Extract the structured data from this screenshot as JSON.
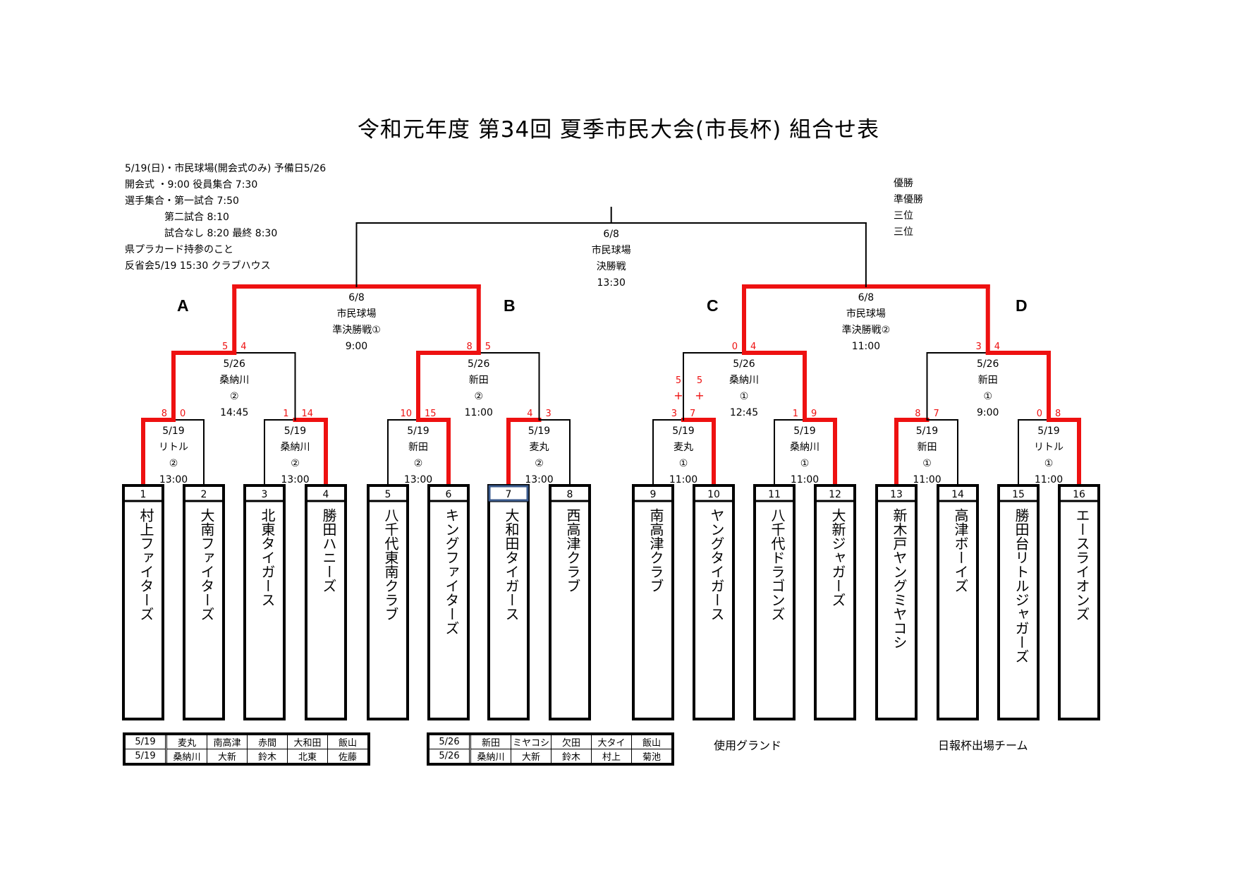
{
  "title": "令和元年度 第34回 夏季市民大会(市長杯) 組合せ表",
  "notes": [
    "5/19(日)・市民球場(開会式のみ) 予備日5/26",
    "開会式 ・9:00 役員集合 7:30",
    "選手集合・第一試合 7:50",
    "　　　　第二試合 8:10",
    "　　　　試合なし 8:20 最終 8:30",
    "県プラカード持参のこと",
    "反省会5/19 15:30 クラブハウス"
  ],
  "results": [
    "優勝",
    "準優勝",
    "三位",
    "三位"
  ],
  "regions": [
    "A",
    "B",
    "C",
    "D"
  ],
  "final": [
    "6/8",
    "市民球場",
    "決勝戦",
    "13:30"
  ],
  "semifinals": [
    [
      "6/8",
      "市民球場",
      "準決勝戦①",
      "9:00"
    ],
    [
      "6/8",
      "市民球場",
      "準決勝戦②",
      "11:00"
    ]
  ],
  "quarterfinals": [
    {
      "info": [
        "5/26",
        "桑納川",
        "②",
        "14:45"
      ],
      "scores": [
        "5",
        "4"
      ]
    },
    {
      "info": [
        "5/26",
        "新田",
        "②",
        "11:00"
      ],
      "scores": [
        "8",
        "5"
      ]
    },
    {
      "info": [
        "5/26",
        "桑納川",
        "①",
        "12:45"
      ],
      "scores": [
        "0",
        "4"
      ]
    },
    {
      "info": [
        "5/26",
        "新田",
        "①",
        "9:00"
      ],
      "scores": [
        "3",
        "4"
      ]
    }
  ],
  "round1": [
    {
      "info": [
        "5/19",
        "リトル",
        "②",
        "13:00"
      ],
      "scores": [
        "8",
        "0"
      ]
    },
    {
      "info": [
        "5/19",
        "桑納川",
        "②",
        "13:00"
      ],
      "scores": [
        "1",
        "14"
      ]
    },
    {
      "info": [
        "5/19",
        "新田",
        "②",
        "13:00"
      ],
      "scores": [
        "10",
        "15"
      ]
    },
    {
      "info": [
        "5/19",
        "麦丸",
        "②",
        "13:00"
      ],
      "scores": [
        "4",
        "3"
      ]
    },
    {
      "info": [
        "5/19",
        "麦丸",
        "①",
        "11:00"
      ],
      "scores": [
        "3",
        "7"
      ]
    },
    {
      "info": [
        "5/19",
        "桑納川",
        "①",
        "11:00"
      ],
      "scores": [
        "1",
        "9"
      ]
    },
    {
      "info": [
        "5/19",
        "新田",
        "①",
        "11:00"
      ],
      "scores": [
        "8",
        "7"
      ]
    },
    {
      "info": [
        "5/19",
        "リトル",
        "①",
        "11:00"
      ],
      "scores": [
        "0",
        "8"
      ]
    }
  ],
  "extra_scores": [
    "5",
    "5",
    "+",
    "+"
  ],
  "teams": [
    {
      "num": "1",
      "name": "村上ファイターズ"
    },
    {
      "num": "2",
      "name": "大南ファイターズ"
    },
    {
      "num": "3",
      "name": "北東タイガース"
    },
    {
      "num": "4",
      "name": "勝田ハニーズ"
    },
    {
      "num": "5",
      "name": "八千代東南クラブ"
    },
    {
      "num": "6",
      "name": "キングファイターズ"
    },
    {
      "num": "7",
      "name": "大和田タイガース"
    },
    {
      "num": "8",
      "name": "西高津クラブ"
    },
    {
      "num": "9",
      "name": "南高津クラブ"
    },
    {
      "num": "10",
      "name": "ヤングタイガース"
    },
    {
      "num": "11",
      "name": "八千代ドラゴンズ"
    },
    {
      "num": "12",
      "name": "大新ジャガーズ"
    },
    {
      "num": "13",
      "name": "新木戸ヤングミヤコシ"
    },
    {
      "num": "14",
      "name": "高津ボーイズ"
    },
    {
      "num": "15",
      "name": "勝田台リトルジャガーズ"
    },
    {
      "num": "16",
      "name": "エースライオンズ"
    }
  ],
  "schedule_left": [
    [
      "5/19",
      "麦丸",
      "南高津",
      "赤間",
      "大和田",
      "飯山"
    ],
    [
      "5/19",
      "桑納川",
      "大新",
      "鈴木",
      "北東",
      "佐藤"
    ]
  ],
  "schedule_right": [
    [
      "5/26",
      "新田",
      "ミヤコシ",
      "欠田",
      "大タイ",
      "飯山"
    ],
    [
      "5/26",
      "桑納川",
      "大新",
      "鈴木",
      "村上",
      "菊池"
    ]
  ],
  "legend": {
    "ground": "使用グランド",
    "nippo": "日報杯出場チーム"
  },
  "colors": {
    "winner_line": "#ee1111",
    "line": "#000000",
    "score_text": "#ee1111"
  }
}
